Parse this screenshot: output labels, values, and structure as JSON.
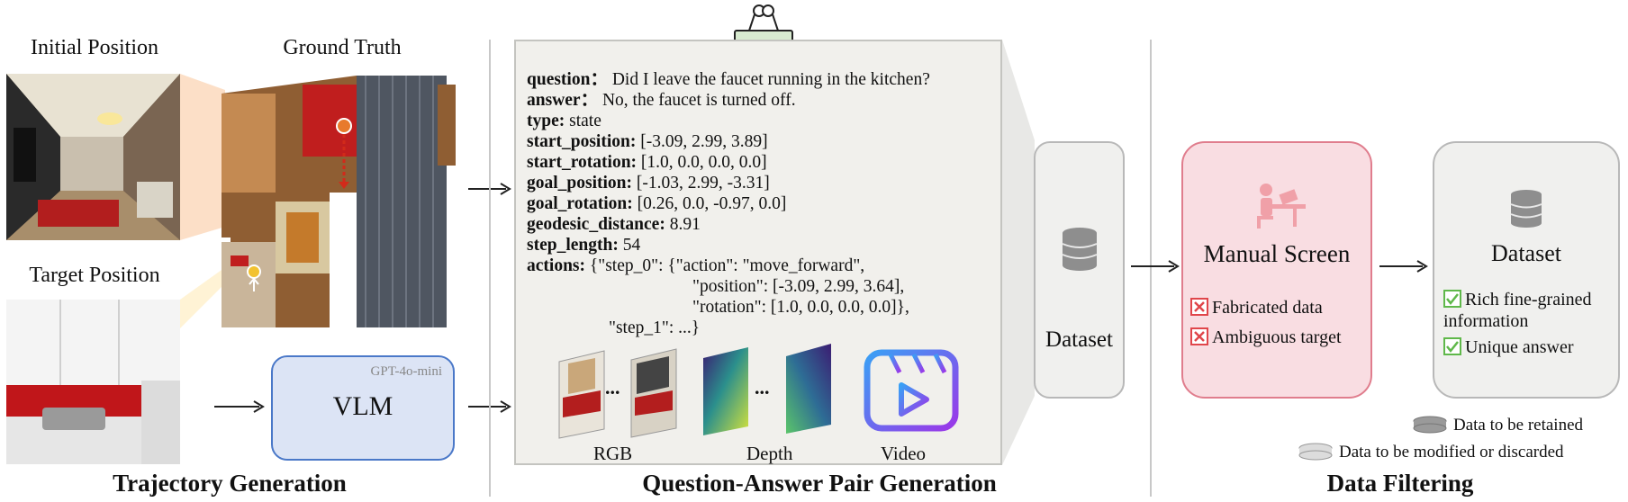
{
  "sections": {
    "trajectory": "Trajectory Generation",
    "qa": "Question-Answer Pair Generation",
    "filtering": "Data Filtering"
  },
  "trajectory": {
    "initial_label": "Initial Position",
    "ground_truth_label": "Ground Truth",
    "target_label": "Target Position",
    "vlm_label": "VLM",
    "vlm_model": "GPT-4o-mini"
  },
  "qa": {
    "lines": [
      {
        "key": "question：",
        "val": " Did I leave the faucet running in the kitchen?"
      },
      {
        "key": "answer：",
        "val": " No, the faucet is turned off."
      },
      {
        "key": "type:",
        "val": " state"
      },
      {
        "key": "start_position:",
        "val": " [-3.09, 2.99, 3.89]"
      },
      {
        "key": "start_rotation:",
        "val": " [1.0, 0.0, 0.0, 0.0]"
      },
      {
        "key": "goal_position:",
        "val": " [-1.03, 2.99, -3.31]"
      },
      {
        "key": "goal_rotation:",
        "val": " [0.26, 0.0, -0.97, 0.0]"
      },
      {
        "key": "geodesic_distance:",
        "val": " 8.91"
      },
      {
        "key": "step_length:",
        "val": " 54"
      },
      {
        "key": "actions:",
        "val": " {\"step_0\": {\"action\": \"move_forward\","
      }
    ],
    "action_cont": [
      "\"position\": [-3.09, 2.99, 3.64],",
      "\"rotation\": [1.0, 0.0, 0.0, 0.0]},",
      "\"step_1\": ...}"
    ],
    "media": {
      "rgb": "RGB",
      "depth": "Depth",
      "video": "Video",
      "ellipsis": "..."
    }
  },
  "filtering": {
    "dataset_mid": "Dataset",
    "manual_title": "Manual Screen",
    "manual_items": [
      "Fabricated data",
      "Ambiguous target"
    ],
    "dataset_final": "Dataset",
    "final_items": [
      "Rich fine-grained information",
      "Unique answer"
    ],
    "legend": {
      "retained": "Data to be retained",
      "modified": "Data to be modified or discarded"
    }
  },
  "colors": {
    "vlm_fill": "#dce4f5",
    "vlm_border": "#4a78c8",
    "manual_fill": "#f9dde2",
    "manual_border": "#e07d8d",
    "dataset_fill": "#f0f0ee",
    "video_gradient": [
      "#3aa0f5",
      "#9b37e8"
    ],
    "check_green": "#5fb84a",
    "x_red": "#e0464b"
  }
}
